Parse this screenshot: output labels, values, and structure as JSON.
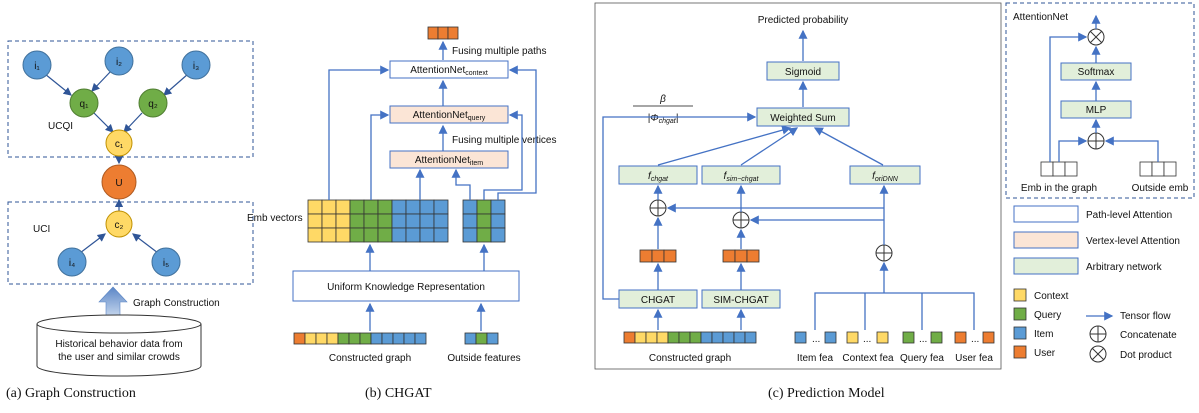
{
  "colors": {
    "item": "#5b9bd5",
    "query": "#70ad47",
    "context": "#ffd966",
    "user": "#ed7d31",
    "line": "#4472c4",
    "vertex_fill": "#fbe5d6",
    "network_fill": "#e2efda"
  },
  "panel_a": {
    "caption": "(a)  Graph Construction",
    "ucqi_label": "UCQI",
    "uci_label": "UCI",
    "nodes": {
      "i1": "i₁",
      "i2": "i₂",
      "i3": "i₃",
      "q1": "q₁",
      "q2": "q₂",
      "c1": "c₁",
      "u": "U",
      "c2": "c₂",
      "i4": "i₄",
      "i5": "i₅"
    },
    "graph_construction_label": "Graph Construction",
    "db_line1": "Historical behavior data from",
    "db_line2": "the user and similar crowds"
  },
  "panel_b": {
    "caption": "(b)  CHGAT",
    "fusing_paths": "Fusing multiple paths",
    "attn_context": "AttentionNet",
    "attn_context_sub": "context",
    "attn_query": "AttentionNet",
    "attn_query_sub": "query",
    "fusing_vertices": "Fusing multiple vertices",
    "attn_item": "AttentionNet",
    "attn_item_sub": "item",
    "emb_vectors": "Emb vectors",
    "ukr": "Uniform Knowledge Representation",
    "constructed_graph": "Constructed graph",
    "outside_features": "Outside features"
  },
  "panel_c": {
    "caption": "(c)  Prediction Model",
    "predicted_probability": "Predicted probability",
    "sigmoid": "Sigmoid",
    "beta": "β",
    "phi_base": "Φ",
    "phi_sub": "chgat",
    "weighted_sum": "Weighted Sum",
    "f_chgat": "chgat",
    "f_sim": "sim−chgat",
    "f_ori": "oriDNN",
    "chgat": "CHGAT",
    "sim_chgat": "SIM-CHGAT",
    "constructed_graph": "Constructed graph",
    "ellipsis": "...",
    "item_fea": "Item fea",
    "context_fea": "Context fea",
    "query_fea": "Query fea",
    "user_fea": "User fea"
  },
  "attention_net": {
    "title": "AttentionNet",
    "softmax": "Softmax",
    "mlp": "MLP",
    "emb_in_graph": "Emb in the graph",
    "outside_emb": "Outside emb"
  },
  "legend": {
    "path_level": "Path-level Attention",
    "vertex_level": "Vertex-level Attention",
    "arbitrary": "Arbitrary network",
    "context": "Context",
    "query": "Query",
    "item": "Item",
    "user": "User",
    "tensor_flow": "Tensor flow",
    "concatenate": "Concatenate",
    "dot_product": "Dot product"
  }
}
